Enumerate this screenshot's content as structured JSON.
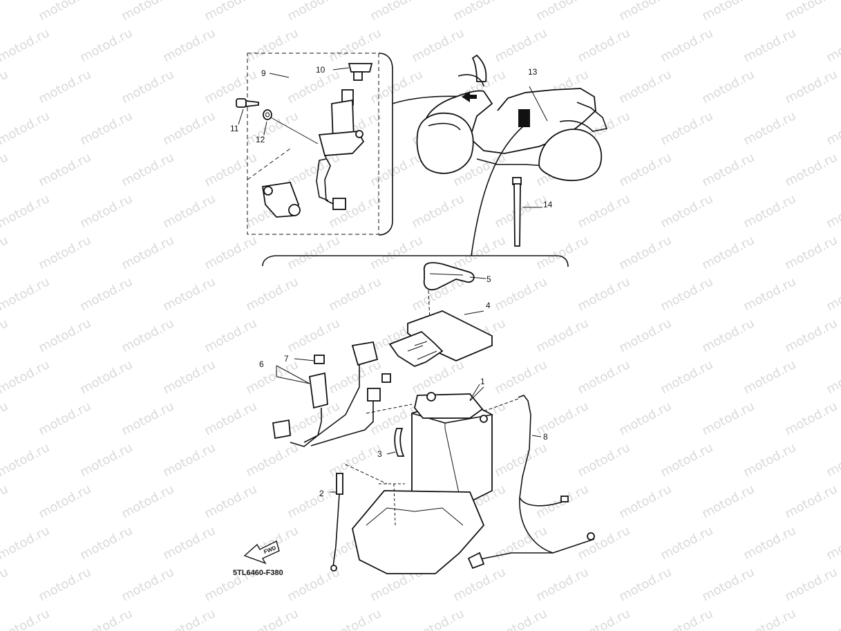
{
  "watermark": {
    "text": "motod.ru"
  },
  "diagram_code": "5TL6460-F380",
  "fwd_label": "FWD",
  "callouts": [
    {
      "id": "1",
      "label": "1"
    },
    {
      "id": "2",
      "label": "2"
    },
    {
      "id": "3",
      "label": "3"
    },
    {
      "id": "4",
      "label": "4"
    },
    {
      "id": "5",
      "label": "5"
    },
    {
      "id": "6",
      "label": "6"
    },
    {
      "id": "7",
      "label": "7"
    },
    {
      "id": "8",
      "label": "8"
    },
    {
      "id": "9",
      "label": "9"
    },
    {
      "id": "10",
      "label": "10"
    },
    {
      "id": "11",
      "label": "11"
    },
    {
      "id": "12",
      "label": "12"
    },
    {
      "id": "13",
      "label": "13"
    },
    {
      "id": "14",
      "label": "14"
    }
  ]
}
